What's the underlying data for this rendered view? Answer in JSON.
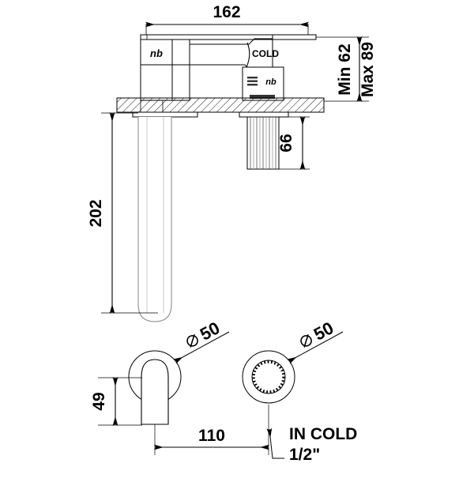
{
  "drawing": {
    "type": "technical-dimension-drawing",
    "subject": "Wall mounted basin mixer tap - cold water",
    "units": "mm",
    "background_color": "#ffffff",
    "line_color": "#000000",
    "wall_hatch_color": "#000000"
  },
  "dimensions": {
    "spout_projection": "162",
    "spout_height": "202",
    "handle_depth_min": "Min 62",
    "handle_depth_max": "Max 89",
    "valve_body_depth": "66",
    "escutcheon_diameter_left": "50",
    "escutcheon_diameter_right": "50",
    "spout_plate_height": "49",
    "center_to_center": "110",
    "diameter_symbol": "⌀"
  },
  "labels": {
    "cold_marking": "COLD",
    "inlet_label": "IN COLD",
    "inlet_size": "1/2\"",
    "brand_logo_spout": "nb",
    "brand_logo_valve": "nb"
  },
  "views": {
    "elevation": {
      "name": "Side elevation / section view",
      "features": [
        "spout arm",
        "wall plate",
        "wall section hatch",
        "splined valve cartridge",
        "handle lever",
        "cold marking"
      ]
    },
    "plan_left": {
      "name": "Spout escutcheon plan view",
      "features": [
        "round escutcheon",
        "rounded rectangle spout outlet"
      ]
    },
    "plan_right": {
      "name": "Valve escutcheon plan view",
      "features": [
        "round escutcheon",
        "splined inner ring"
      ]
    }
  }
}
